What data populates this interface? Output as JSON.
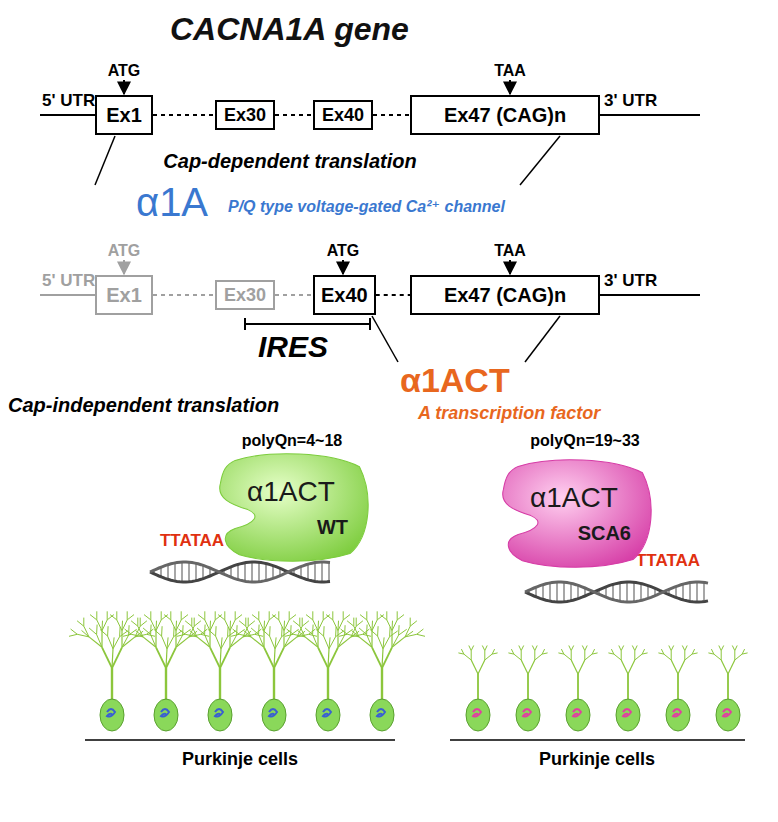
{
  "diagram": {
    "title": "CACNA1A gene",
    "nodes": [
      {
        "text": [
          "Ex1"
        ]
      },
      {
        "text": [
          "Ex30"
        ]
      },
      {
        "text": [
          "Ex40"
        ]
      },
      {
        "text": [
          "Ex47 (CAG)n"
        ]
      },
      {
        "text": [
          "Ex1"
        ]
      },
      {
        "text": [
          "Ex30"
        ]
      },
      {
        "text": [
          "Ex40"
        ]
      },
      {
        "text": [
          "Ex47 (CAG)n"
        ]
      },
      {
        "text": [
          "α1ACT",
          "WT"
        ]
      },
      {
        "text": [
          "α1ACT",
          "SCA6"
        ]
      }
    ],
    "edges": [
      {
        "from": 0,
        "to": 1,
        "arrow": "none"
      },
      {
        "from": 1,
        "to": 2,
        "arrow": "none"
      },
      {
        "from": 2,
        "to": 3,
        "arrow": "none"
      },
      {
        "from": 4,
        "to": 5,
        "arrow": "none"
      },
      {
        "from": 5,
        "to": 6,
        "arrow": "none"
      },
      {
        "from": 6,
        "to": 7,
        "arrow": "none"
      }
    ],
    "labels": [
      "ATG",
      "5' UTR",
      "TAA",
      "3' UTR",
      "Cap-dependent translation",
      "α1A",
      "P/Q type voltage-gated Ca²⁺ channel",
      "ATG",
      "5' UTR",
      "ATG",
      "TAA",
      "3' UTR",
      "IRES",
      "α1ACT",
      "A transcription factor",
      "Cap-independent translation",
      "polyQn=4~18",
      "TTATAA",
      "Purkinje cells",
      "polyQn=19~33",
      "TTATAA",
      "Purkinje cells"
    ]
  }
}
